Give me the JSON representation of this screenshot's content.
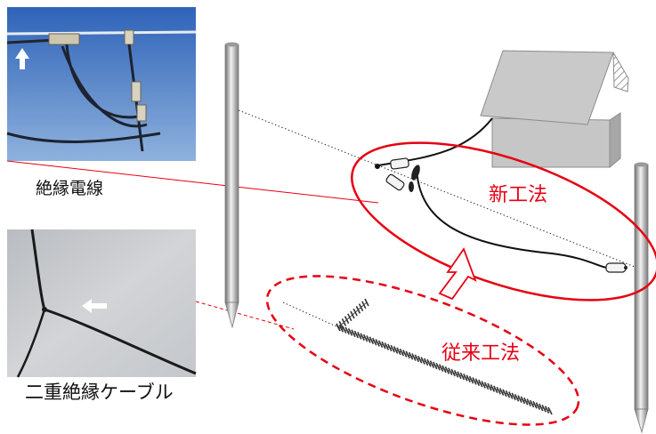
{
  "labels": {
    "insulated_wire": "絶縁電線",
    "double_insulated_cable": "二重絶縁ケーブル",
    "new_method": "新工法",
    "conventional_method": "従来工法"
  },
  "colors": {
    "accent_red": "#e60012",
    "photo_sky_top": "#2e63b8",
    "photo_sky_bottom": "#8fb1dd",
    "photo_grey": "#c9ccd0",
    "house_grey": "#c6c6c6"
  },
  "icons": [
    "up-arrow-icon",
    "left-arrow-icon",
    "hollow-up-arrow-icon"
  ]
}
